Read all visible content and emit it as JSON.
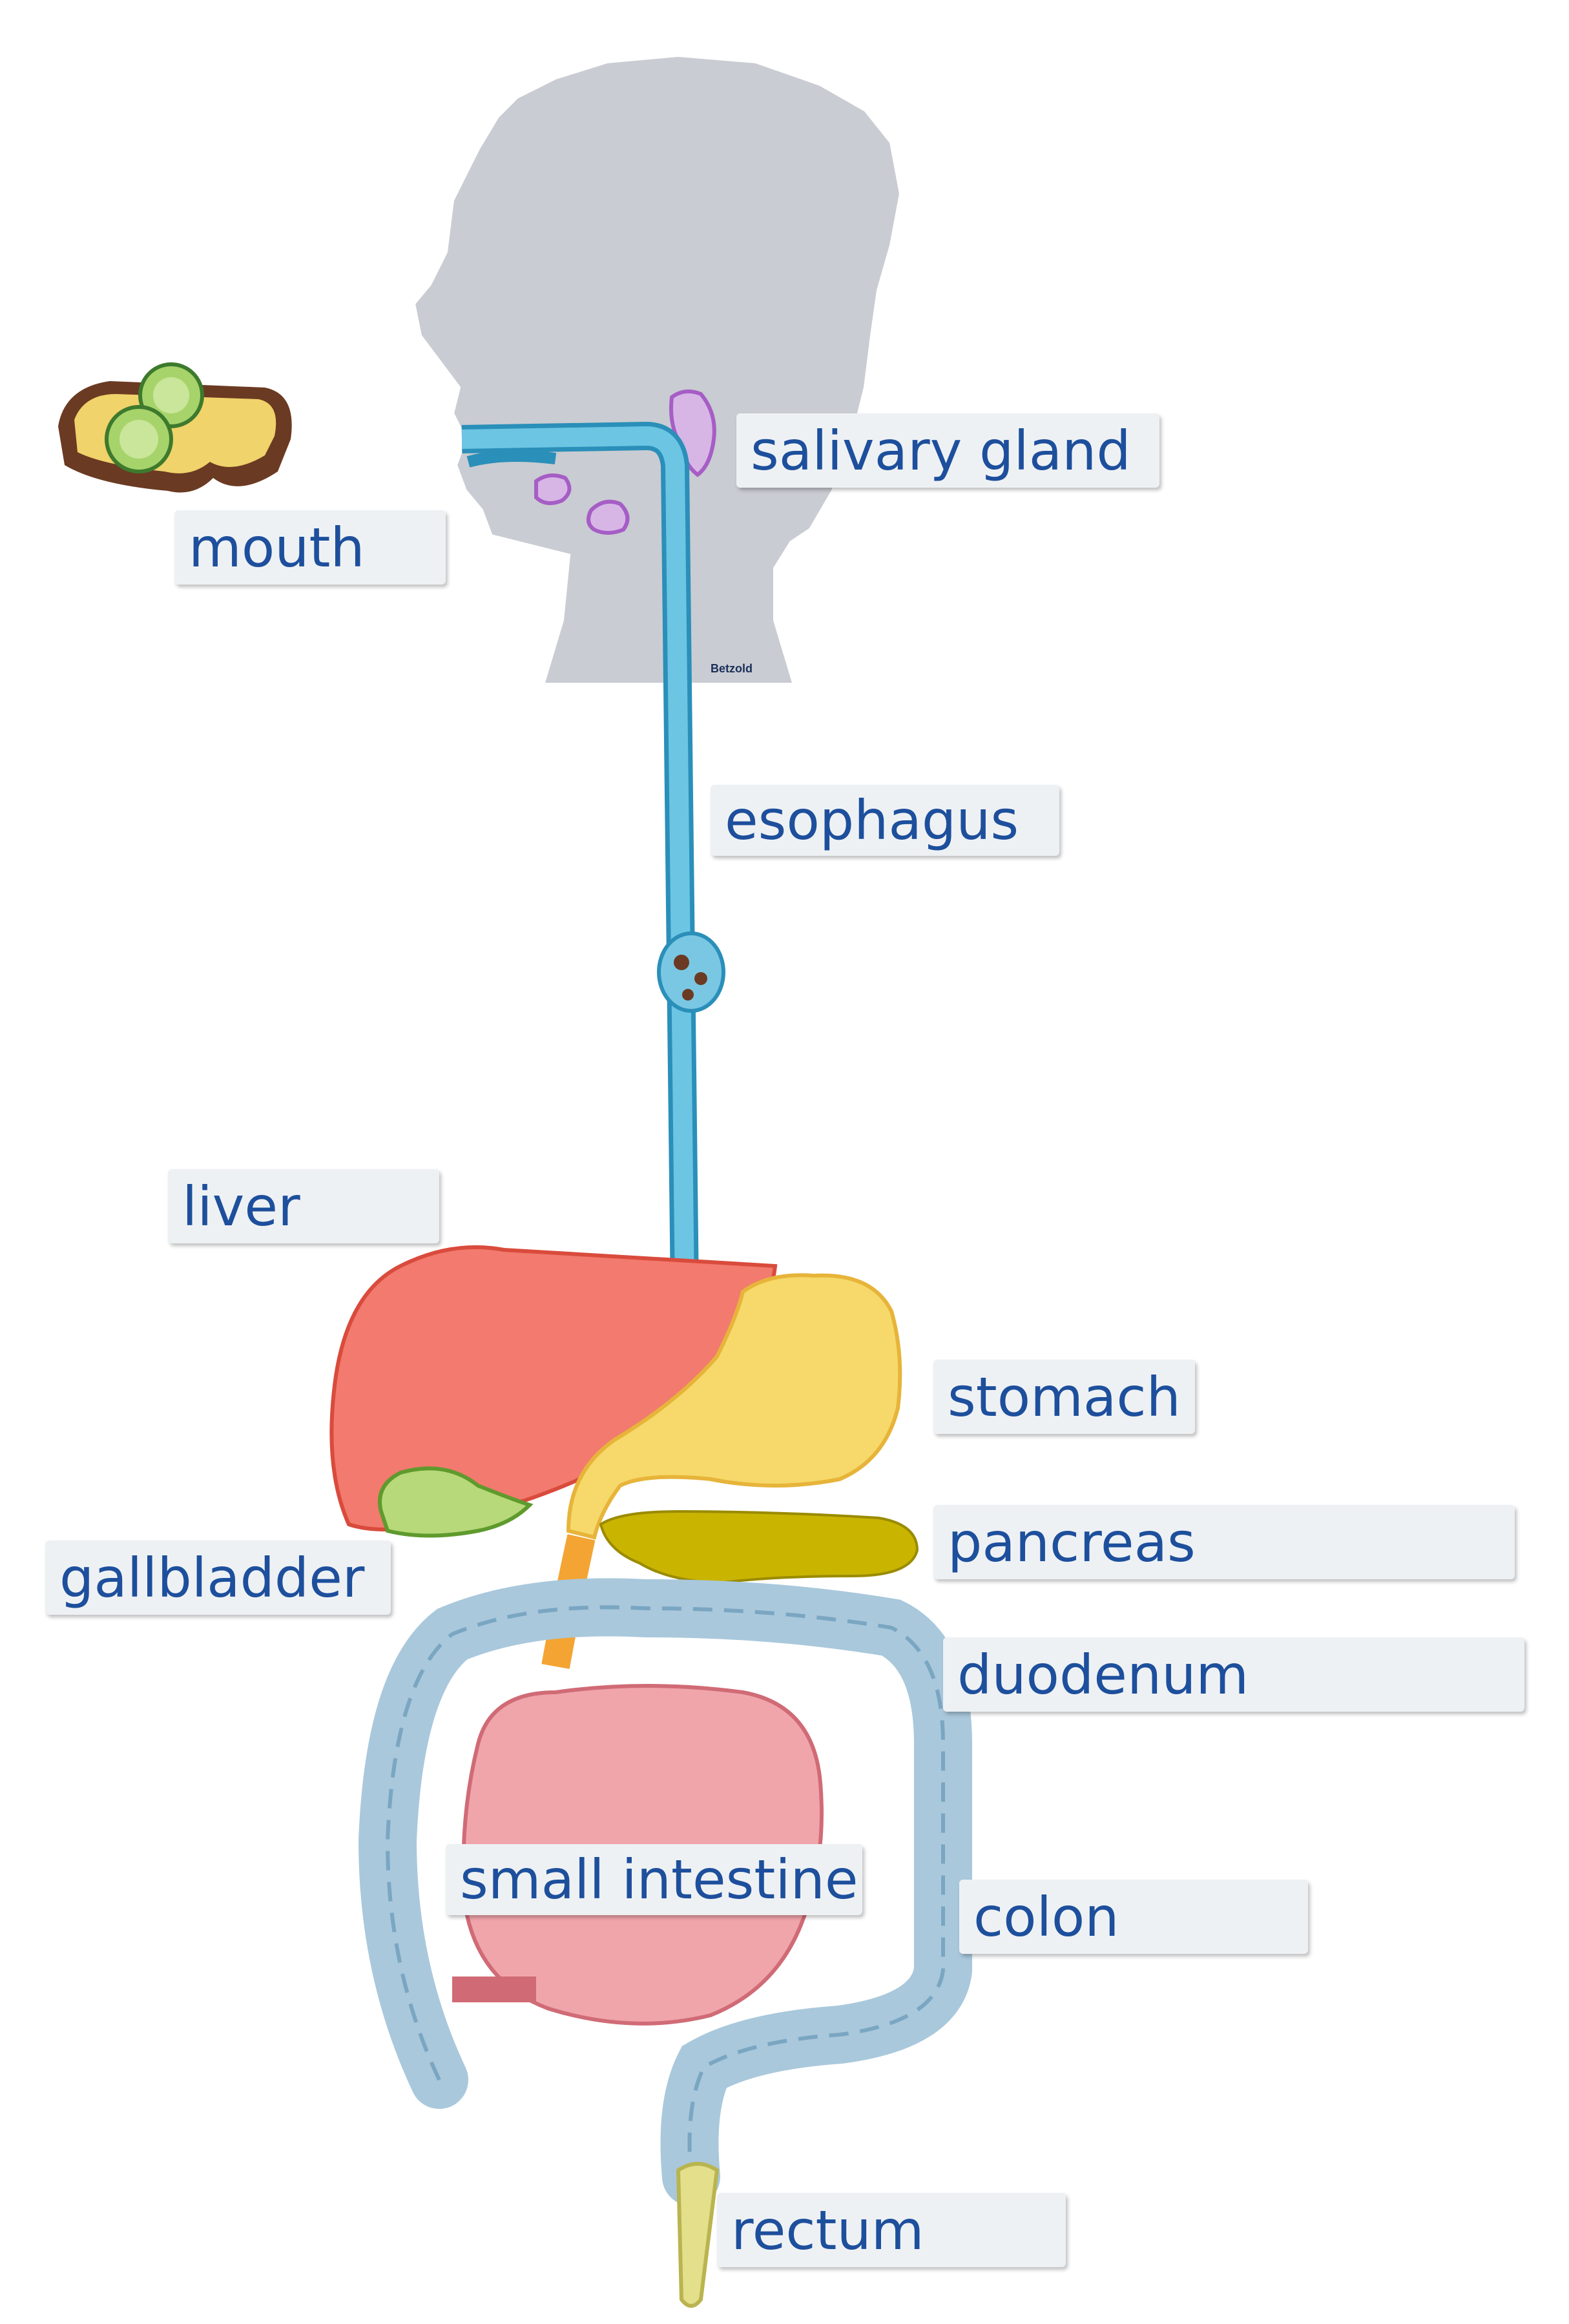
{
  "labels": {
    "salivary_gland": "salivary gland",
    "mouth": "mouth",
    "esophagus": "esophagus",
    "liver": "liver",
    "stomach": "stomach",
    "pancreas": "pancreas",
    "gallbladder": "gallbladder",
    "duodenum": "duodenum",
    "small_intestine": "small intestine",
    "colon": "colon",
    "rectum": "rectum"
  },
  "brand": "Betzold",
  "icons": [
    "bread-slice-icon",
    "head-silhouette",
    "food-bolus"
  ],
  "colors": {
    "label_text": "#1d4f9c",
    "label_bg": "#eef1f4",
    "head": "#c9ccd2",
    "esophagus": "#5ab8d8",
    "liver": "#f27a6e",
    "stomach": "#f6d96a",
    "pancreas": "#c9b400",
    "gallbladder": "#b7d97a",
    "duodenum": "#f3a433",
    "small_intestine": "#f0a5ab",
    "colon": "#a9c8dc",
    "rectum": "#e3df8a",
    "salivary_gland": "#d7b6e6"
  }
}
